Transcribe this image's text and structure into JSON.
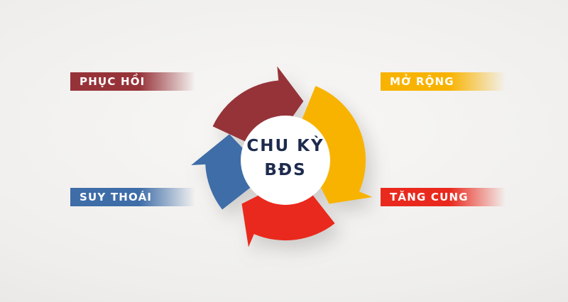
{
  "center": {
    "line1": "CHU KỲ",
    "line2": "BĐS",
    "text_color": "#1e2b4d"
  },
  "segments": [
    {
      "id": "phuc-hoi",
      "label": "PHỤC HỒI",
      "color": "#963339"
    },
    {
      "id": "mo-rong",
      "label": "MỞ RỘNG",
      "color": "#f8b301"
    },
    {
      "id": "tang-cung",
      "label": "TĂNG CUNG",
      "color": "#e9291d"
    },
    {
      "id": "suy-thoai",
      "label": "SUY THOÁI",
      "color": "#3e6da8"
    }
  ],
  "colors": {
    "background_light": "#f8f7f5",
    "background_dark": "#e1e0de",
    "center_circle": "#ffffff"
  }
}
